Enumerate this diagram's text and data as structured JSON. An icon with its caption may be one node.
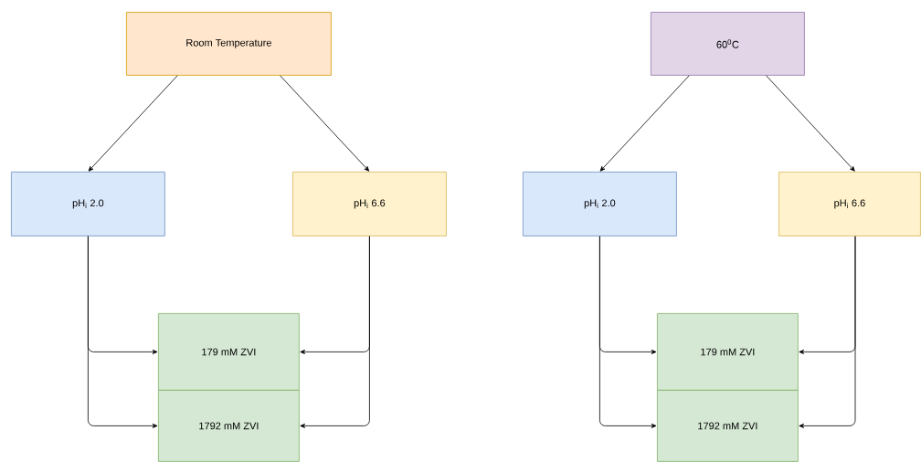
{
  "diagram": {
    "nodes": [
      {
        "text": [
          "Room Temperature"
        ]
      },
      {
        "text": [
          "pH$_{i}$ 2.0"
        ]
      },
      {
        "text": [
          "pH$_{i}$ 6.6"
        ]
      },
      {
        "text": [
          "179 mM ZVI"
        ]
      },
      {
        "text": [
          "1792 mM ZVI"
        ]
      },
      {
        "text": [
          "60$^{0}$C"
        ]
      },
      {
        "text": [
          "pH$_{i}$ 2.0"
        ]
      },
      {
        "text": [
          "pH$_{i}$ 6.6"
        ]
      },
      {
        "text": [
          "179 mM ZVI"
        ]
      },
      {
        "text": [
          "1792 mM ZVI"
        ]
      }
    ],
    "edges": [
      {
        "from": 0,
        "to": 1,
        "arrow": "to"
      },
      {
        "from": 0,
        "to": 2,
        "arrow": "to"
      },
      {
        "from": 1,
        "to": 3,
        "arrow": "to"
      },
      {
        "from": 1,
        "to": 4,
        "arrow": "to"
      },
      {
        "from": 2,
        "to": 3,
        "arrow": "to"
      },
      {
        "from": 2,
        "to": 4,
        "arrow": "to"
      },
      {
        "from": 5,
        "to": 6,
        "arrow": "to"
      },
      {
        "from": 5,
        "to": 7,
        "arrow": "to"
      },
      {
        "from": 6,
        "to": 8,
        "arrow": "to"
      },
      {
        "from": 6,
        "to": 9,
        "arrow": "to"
      },
      {
        "from": 7,
        "to": 8,
        "arrow": "to"
      },
      {
        "from": 7,
        "to": 9,
        "arrow": "to"
      }
    ]
  }
}
